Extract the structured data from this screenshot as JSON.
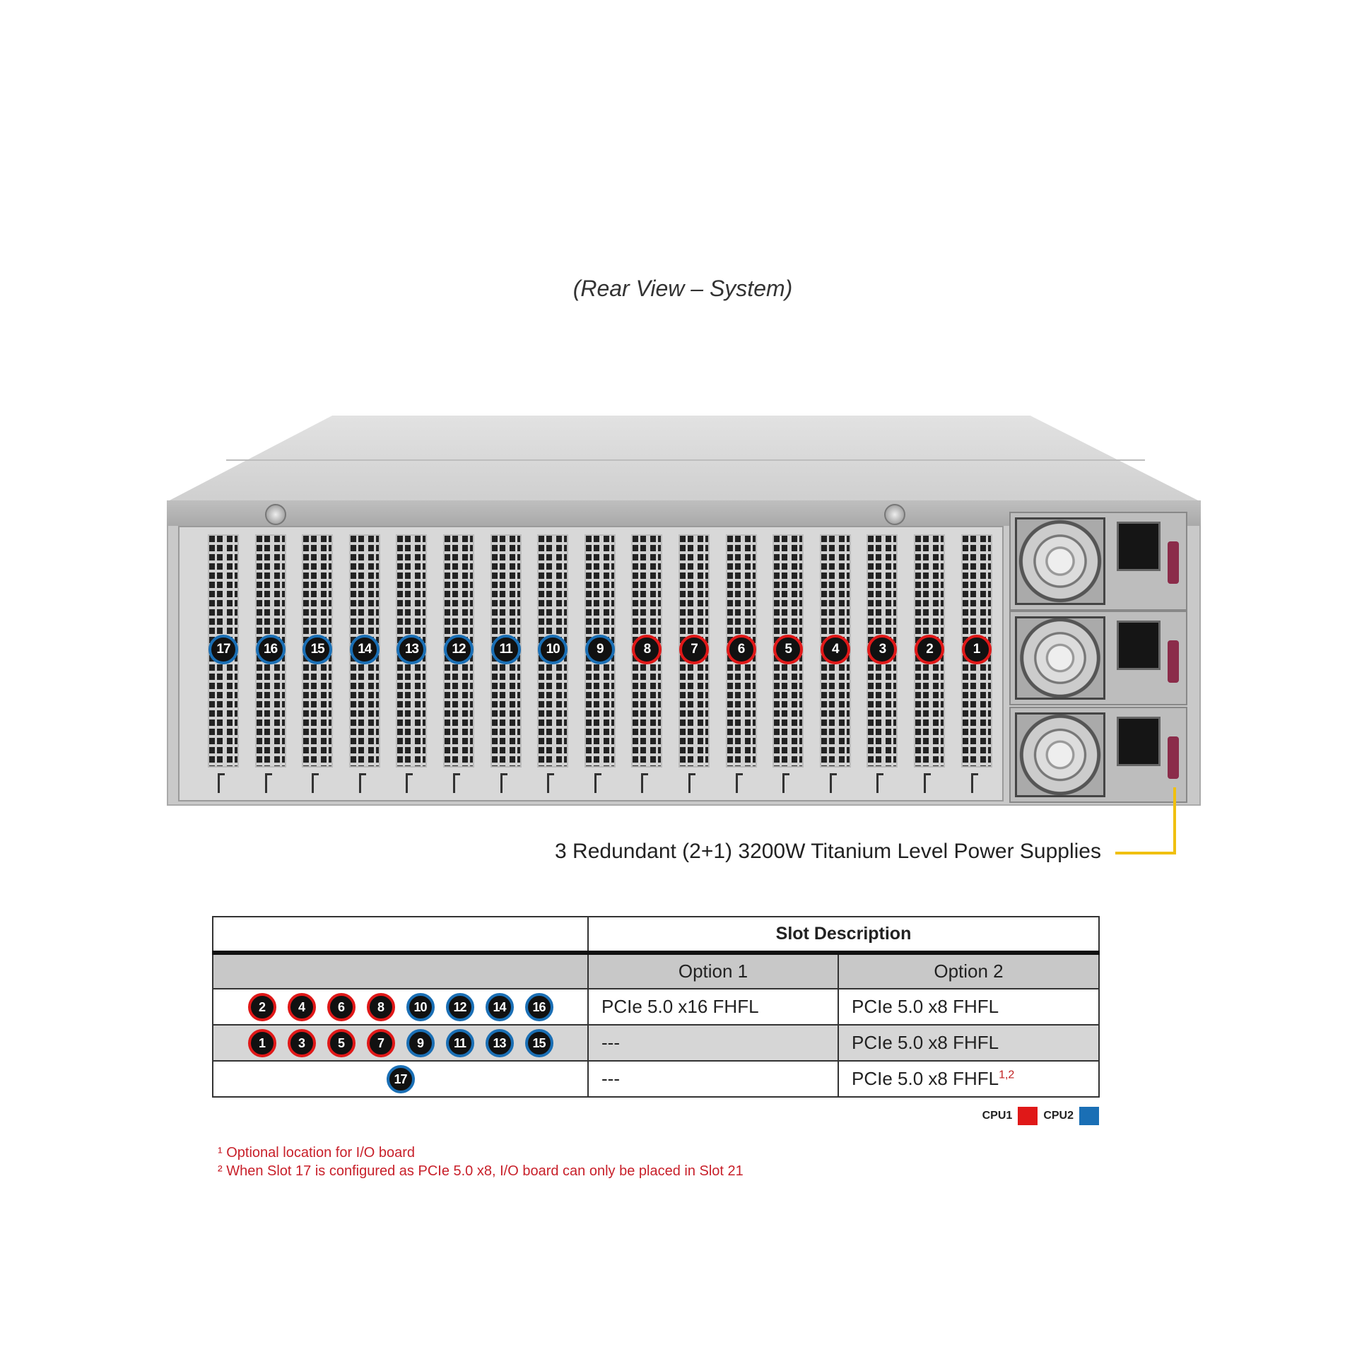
{
  "caption": "(Rear View – System)",
  "psu_label": "3 Redundant (2+1) 3200W Titanium Level Power Supplies",
  "psu_count": 3,
  "colors": {
    "cpu1": "#e01818",
    "cpu2": "#1a6fb5",
    "lead_line": "#f0c010",
    "footnote": "#c8202a"
  },
  "rear_slots": [
    {
      "n": "17",
      "cpu": "cpu2"
    },
    {
      "n": "16",
      "cpu": "cpu2"
    },
    {
      "n": "15",
      "cpu": "cpu2"
    },
    {
      "n": "14",
      "cpu": "cpu2"
    },
    {
      "n": "13",
      "cpu": "cpu2"
    },
    {
      "n": "12",
      "cpu": "cpu2"
    },
    {
      "n": "11",
      "cpu": "cpu2"
    },
    {
      "n": "10",
      "cpu": "cpu2"
    },
    {
      "n": "9",
      "cpu": "cpu2"
    },
    {
      "n": "8",
      "cpu": "cpu1"
    },
    {
      "n": "7",
      "cpu": "cpu1"
    },
    {
      "n": "6",
      "cpu": "cpu1"
    },
    {
      "n": "5",
      "cpu": "cpu1"
    },
    {
      "n": "4",
      "cpu": "cpu1"
    },
    {
      "n": "3",
      "cpu": "cpu1"
    },
    {
      "n": "2",
      "cpu": "cpu1"
    },
    {
      "n": "1",
      "cpu": "cpu1"
    }
  ],
  "table": {
    "header": "Slot Description",
    "option1": "Option 1",
    "option2": "Option 2",
    "rows": [
      {
        "slots": [
          {
            "n": "2",
            "cpu": "cpu1"
          },
          {
            "n": "4",
            "cpu": "cpu1"
          },
          {
            "n": "6",
            "cpu": "cpu1"
          },
          {
            "n": "8",
            "cpu": "cpu1"
          },
          {
            "n": "10",
            "cpu": "cpu2"
          },
          {
            "n": "12",
            "cpu": "cpu2"
          },
          {
            "n": "14",
            "cpu": "cpu2"
          },
          {
            "n": "16",
            "cpu": "cpu2"
          }
        ],
        "option1": "PCIe 5.0 x16 FHFL",
        "option2": "PCIe 5.0 x8 FHFL",
        "sup": ""
      },
      {
        "slots": [
          {
            "n": "1",
            "cpu": "cpu1"
          },
          {
            "n": "3",
            "cpu": "cpu1"
          },
          {
            "n": "5",
            "cpu": "cpu1"
          },
          {
            "n": "7",
            "cpu": "cpu1"
          },
          {
            "n": "9",
            "cpu": "cpu2"
          },
          {
            "n": "11",
            "cpu": "cpu2"
          },
          {
            "n": "13",
            "cpu": "cpu2"
          },
          {
            "n": "15",
            "cpu": "cpu2"
          }
        ],
        "option1": "---",
        "option2": "PCIe 5.0 x8 FHFL",
        "sup": ""
      },
      {
        "slots": [
          {
            "n": "17",
            "cpu": "cpu2"
          }
        ],
        "option1": "---",
        "option2": "PCIe 5.0 x8 FHFL",
        "sup": "1,2"
      }
    ]
  },
  "legend": {
    "cpu1": "CPU1",
    "cpu2": "CPU2"
  },
  "footnotes": [
    "¹ Optional location for I/O board",
    "² When Slot 17 is configured as PCIe 5.0 x8, I/O board can only be placed in Slot 21"
  ]
}
